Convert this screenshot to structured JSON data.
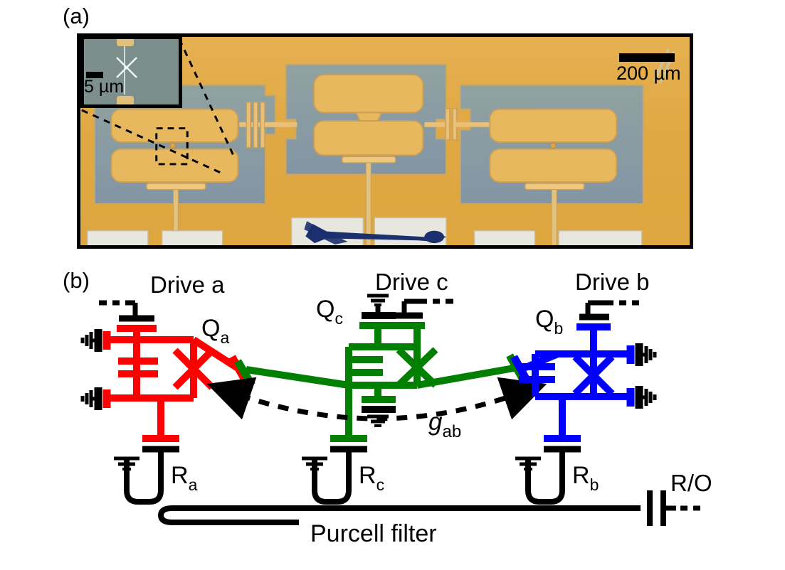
{
  "figure": {
    "panel_a_label": "(a)",
    "panel_b_label": "(b)"
  },
  "micrograph": {
    "scalebar_main": "200 µm",
    "inset_scalebar": "5 µm",
    "inset_name": "josephson-junction-inset",
    "colors": {
      "gold": "#e3ab49",
      "silicon": "#8a9c99",
      "pad_gold": "#e8b85e",
      "border": "#000000",
      "wirebond": "#1c2f6e"
    }
  },
  "circuit": {
    "colors": {
      "qubit_a": "#FF0000",
      "qubit_c": "#007F00",
      "qubit_b": "#0000FF",
      "black": "#000000"
    },
    "drives": [
      {
        "id": "drive-a",
        "label": "Drive a"
      },
      {
        "id": "drive-c",
        "label": "Drive c"
      },
      {
        "id": "drive-b",
        "label": "Drive b"
      }
    ],
    "qubits": [
      {
        "id": "qubit-a",
        "label": "Q",
        "sub": "a",
        "color": "#FF0000"
      },
      {
        "id": "qubit-c",
        "label": "Q",
        "sub": "c",
        "color": "#007F00"
      },
      {
        "id": "qubit-b",
        "label": "Q",
        "sub": "b",
        "color": "#0000FF"
      }
    ],
    "resonators": [
      {
        "id": "resonator-a",
        "label": "R",
        "sub": "a"
      },
      {
        "id": "resonator-c",
        "label": "R",
        "sub": "c"
      },
      {
        "id": "resonator-b",
        "label": "R",
        "sub": "b"
      }
    ],
    "coupling": {
      "symbol": "g",
      "sub": "ab"
    },
    "readout_label": "R/O",
    "filter_label": "Purcell filter"
  }
}
